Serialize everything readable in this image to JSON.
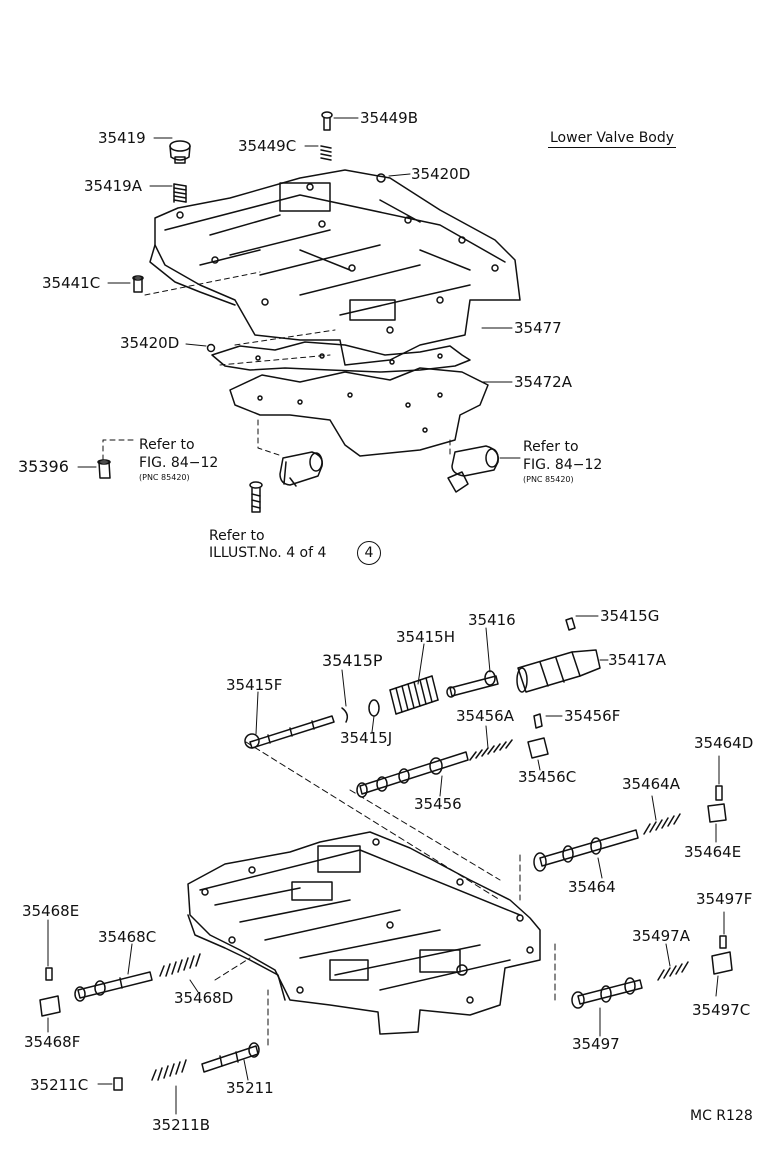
{
  "title": "Lower Valve Body",
  "parts": {
    "p35419": "35419",
    "p35449B": "35449B",
    "p35449C": "35449C",
    "p35420D_top": "35420D",
    "p35419A": "35419A",
    "p35441C": "35441C",
    "p35420D_mid": "35420D",
    "p35477": "35477",
    "p35472A": "35472A",
    "p35396": "35396",
    "p35415G": "35415G",
    "p35416": "35416",
    "p35415H": "35415H",
    "p35417A": "35417A",
    "p35415P": "35415P",
    "p35415F": "35415F",
    "p35415J": "35415J",
    "p35456A": "35456A",
    "p35456F": "35456F",
    "p35456C": "35456C",
    "p35456": "35456",
    "p35464D": "35464D",
    "p35464A": "35464A",
    "p35464E": "35464E",
    "p35464": "35464",
    "p35497F": "35497F",
    "p35497A": "35497A",
    "p35497C": "35497C",
    "p35497": "35497",
    "p35468E": "35468E",
    "p35468C": "35468C",
    "p35468D": "35468D",
    "p35468F": "35468F",
    "p35211C": "35211C",
    "p35211B": "35211B",
    "p35211": "35211"
  },
  "refs": {
    "left_line1": "Refer to",
    "left_line2": "FIG. 84−12",
    "left_pnc": "(PNC 85420)",
    "right_line1": "Refer to",
    "right_line2": "FIG. 84−12",
    "right_pnc": "(PNC 85420)",
    "illust_line1": "Refer to",
    "illust_line2": "ILLUST.No. 4 of 4",
    "illust_badge": "4"
  },
  "footer_code": "MC R128"
}
